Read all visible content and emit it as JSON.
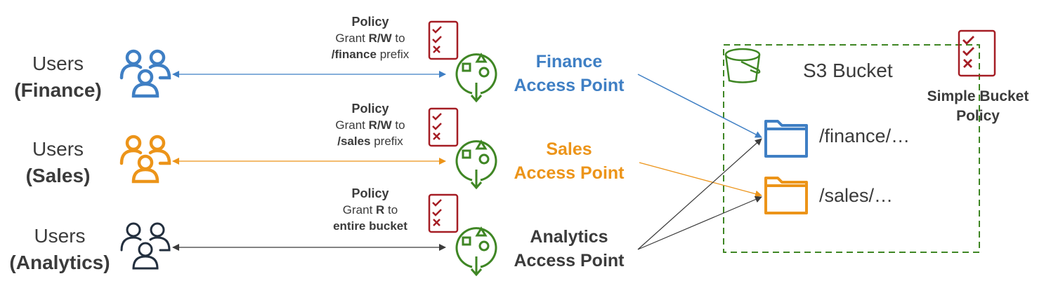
{
  "colors": {
    "finance": "#3f7fc4",
    "sales": "#ec9419",
    "analytics": "#232f3e",
    "access_point": "#3f8624",
    "policy": "#a51d24",
    "bucket_border": "#3f8624",
    "text": "#3b3b3b"
  },
  "user_groups": [
    {
      "name": "Users",
      "group": "(Finance)",
      "icon": "users-icon",
      "color_key": "finance"
    },
    {
      "name": "Users",
      "group": "(Sales)",
      "icon": "users-icon",
      "color_key": "sales"
    },
    {
      "name": "Users",
      "group": "(Analytics)",
      "icon": "users-icon",
      "color_key": "analytics"
    }
  ],
  "policies": [
    {
      "title": "Policy",
      "line1_pre": "Grant ",
      "line1_bold": "R/W",
      "line1_post": " to",
      "line2_bold": "/finance",
      "line2_post": " prefix",
      "icon": "policy-checklist-icon"
    },
    {
      "title": "Policy",
      "line1_pre": "Grant ",
      "line1_bold": "R/W",
      "line1_post": " to",
      "line2_bold": "/sales",
      "line2_post": " prefix",
      "icon": "policy-checklist-icon"
    },
    {
      "title": "Policy",
      "line1_pre": "Grant ",
      "line1_bold": "R",
      "line1_post": " to",
      "line2_bold": "entire bucket",
      "line2_post": "",
      "icon": "policy-checklist-icon"
    }
  ],
  "access_points": [
    {
      "line1": "Finance",
      "line2": "Access Point",
      "icon": "access-point-icon",
      "color_key": "finance"
    },
    {
      "line1": "Sales",
      "line2": "Access Point",
      "icon": "access-point-icon",
      "color_key": "sales"
    },
    {
      "line1": "Analytics",
      "line2": "Access Point",
      "icon": "access-point-icon",
      "color_key": "analytics"
    }
  ],
  "bucket": {
    "title": "S3 Bucket",
    "icon": "s3-bucket-icon",
    "folders": [
      {
        "label": "/finance/…",
        "icon": "folder-icon",
        "color_key": "finance"
      },
      {
        "label": "/sales/…",
        "icon": "folder-icon",
        "color_key": "sales"
      }
    ],
    "policy": {
      "line1": "Simple Bucket",
      "line2": "Policy",
      "icon": "policy-checklist-icon"
    }
  },
  "connections": [
    {
      "from": "Users (Finance)",
      "to": "Finance Access Point",
      "type": "bidirectional",
      "color_key": "finance"
    },
    {
      "from": "Users (Sales)",
      "to": "Sales Access Point",
      "type": "bidirectional",
      "color_key": "sales"
    },
    {
      "from": "Users (Analytics)",
      "to": "Analytics Access Point",
      "type": "bidirectional",
      "color_key": "analytics"
    },
    {
      "from": "Finance Access Point",
      "to": "/finance/…",
      "type": "directed",
      "color_key": "finance"
    },
    {
      "from": "Sales Access Point",
      "to": "/sales/…",
      "type": "directed",
      "color_key": "sales"
    },
    {
      "from": "Analytics Access Point",
      "to": "/finance/…",
      "type": "directed",
      "color_key": "analytics"
    },
    {
      "from": "Analytics Access Point",
      "to": "/sales/…",
      "type": "directed",
      "color_key": "analytics"
    }
  ]
}
